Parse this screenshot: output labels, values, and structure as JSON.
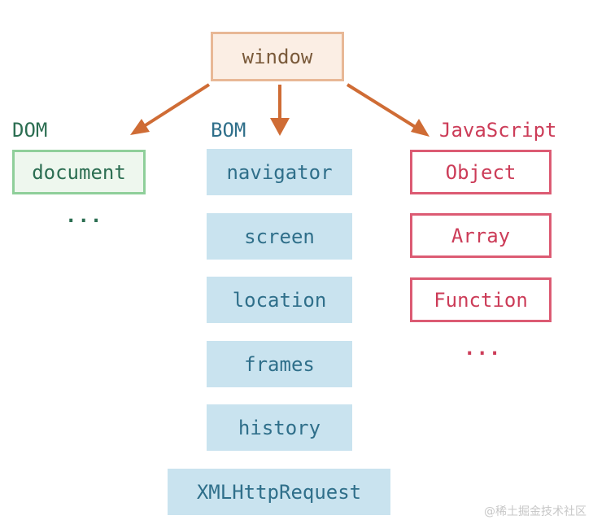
{
  "colors": {
    "window_fill": "#fbeee4",
    "window_border": "#e8b896",
    "window_text": "#7a5a3a",
    "arrow": "#cf6c35",
    "dom": "#2c6e52",
    "dom_fill": "#eef7ee",
    "dom_border": "#8fcf9a",
    "bom": "#2f6f8a",
    "bom_fill": "#c9e3ef",
    "javascript": "#cc3c58",
    "javascript_border": "#dc5b73"
  },
  "root": {
    "label": "window"
  },
  "dom": {
    "title": "DOM",
    "items": [
      "document"
    ],
    "more": "..."
  },
  "bom": {
    "title": "BOM",
    "items": [
      "navigator",
      "screen",
      "location",
      "frames",
      "history",
      "XMLHttpRequest"
    ]
  },
  "javascript": {
    "title": "JavaScript",
    "items": [
      "Object",
      "Array",
      "Function"
    ],
    "more": "..."
  },
  "watermark": "@稀土掘金技术社区"
}
